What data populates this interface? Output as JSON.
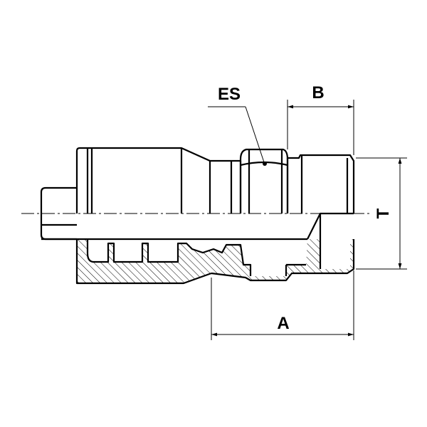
{
  "labels": {
    "es": "ES",
    "b": "B",
    "a": "A",
    "t": "T"
  },
  "colors": {
    "line": "#000000",
    "background": "#ffffff",
    "hatch": "#000000"
  }
}
